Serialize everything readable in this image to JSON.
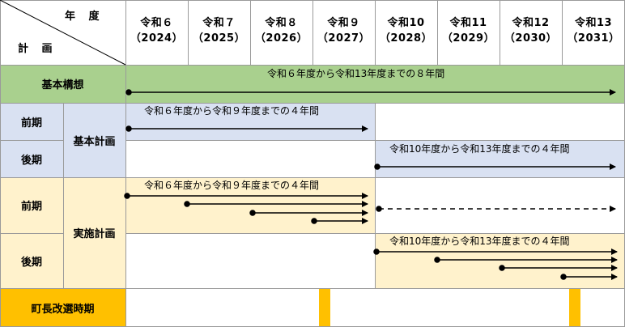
{
  "header": {
    "corner_year": "年 度",
    "corner_plan": "計 画",
    "years": [
      {
        "era": "令和６",
        "ce": "（2024）"
      },
      {
        "era": "令和７",
        "ce": "（2025）"
      },
      {
        "era": "令和８",
        "ce": "（2026）"
      },
      {
        "era": "令和９",
        "ce": "（2027）"
      },
      {
        "era": "令和10",
        "ce": "（2028）"
      },
      {
        "era": "令和11",
        "ce": "（2029）"
      },
      {
        "era": "令和12",
        "ce": "（2030）"
      },
      {
        "era": "令和13",
        "ce": "（2031）"
      }
    ]
  },
  "rows": {
    "basic_concept": {
      "label": "基本構想",
      "span_text": "令和６年度から令和13年度までの８年間"
    },
    "basic_plan": {
      "label": "基本計画",
      "first_label": "前期",
      "first_text": "令和６年度から令和９年度までの４年間",
      "second_label": "後期",
      "second_text": "令和10年度から令和13年度までの４年間"
    },
    "implementation_plan": {
      "label": "実施計画",
      "first_label": "前期",
      "first_text": "令和６年度から令和９年度までの４年間",
      "second_label": "後期",
      "second_text": "令和10年度から令和13年度までの４年間"
    },
    "election": {
      "label": "町長改選時期"
    }
  },
  "colors": {
    "green": "#a9d08e",
    "blue": "#d9e1f2",
    "cream": "#fff2cc",
    "orange": "#ffc000",
    "border": "#9a9a9a"
  }
}
